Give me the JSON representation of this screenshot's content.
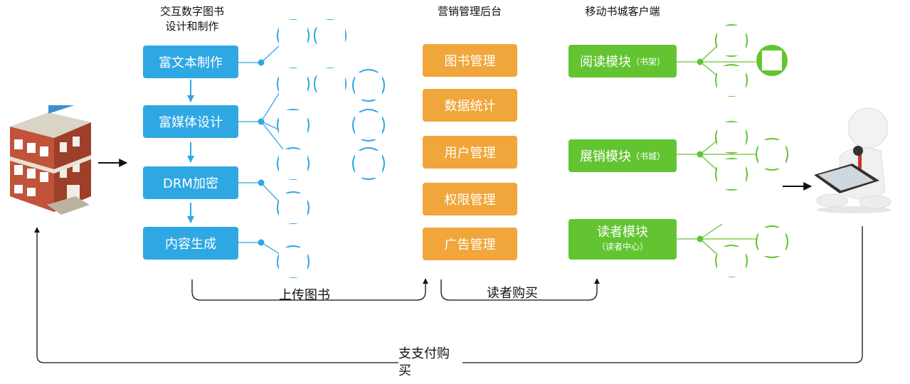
{
  "headers": {
    "design": "交互数字图书\n设计和制作",
    "marketing": "营销管理后台",
    "mobile": "移动书城客户端"
  },
  "design_steps": [
    "富文本制作",
    "富媒体设计",
    "DRM加密",
    "内容生成"
  ],
  "marketing_items": [
    "图书管理",
    "数据统计",
    "用户管理",
    "权限管理",
    "广告管理"
  ],
  "mobile_modules": [
    {
      "name": "阅读模块",
      "note": "（书架）"
    },
    {
      "name": "展销模块",
      "note": "（书城）"
    },
    {
      "name": "读者模块",
      "note": "（读者中心）"
    }
  ],
  "flow_labels": {
    "upload": "上传图书",
    "reader_buy": "读者购买",
    "pay": "支支付购\n买"
  },
  "colors": {
    "design": "#2fa7e3",
    "marketing": "#f0a63a",
    "mobile": "#63c431",
    "connector_blue": "#2fa7e3",
    "connector_green": "#63c431"
  },
  "icons": {
    "publisher": "bookstore-building-icon",
    "reader": "reader-with-tablet-icon"
  }
}
